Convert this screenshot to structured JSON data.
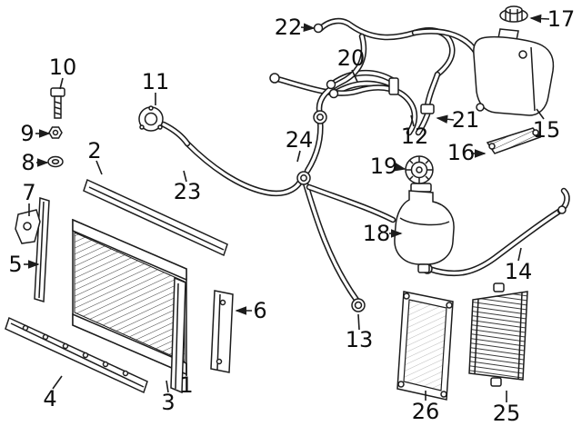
{
  "colors": {
    "line": "#1c1c1c",
    "background": "#ffffff"
  },
  "parts": [
    {
      "label": "1",
      "name": "radiator"
    },
    {
      "label": "2",
      "name": "upper-trim-panel"
    },
    {
      "label": "3",
      "name": "side-bracket"
    },
    {
      "label": "4",
      "name": "lower-crossmember"
    },
    {
      "label": "5",
      "name": "side-seal-left"
    },
    {
      "label": "6",
      "name": "side-bracket-right"
    },
    {
      "label": "7",
      "name": "mounting-bracket"
    },
    {
      "label": "8",
      "name": "grommet"
    },
    {
      "label": "9",
      "name": "nut"
    },
    {
      "label": "10",
      "name": "bolt"
    },
    {
      "label": "11",
      "name": "hose-flange"
    },
    {
      "label": "12",
      "name": "coolant-hose-harness"
    },
    {
      "label": "13",
      "name": "lower-hose"
    },
    {
      "label": "14",
      "name": "vent-hose"
    },
    {
      "label": "15",
      "name": "expansion-tank"
    },
    {
      "label": "16",
      "name": "tank-bracket"
    },
    {
      "label": "17",
      "name": "tank-cap"
    },
    {
      "label": "18",
      "name": "auxiliary-tank"
    },
    {
      "label": "19",
      "name": "auxiliary-cap"
    },
    {
      "label": "20",
      "name": "hose-pair"
    },
    {
      "label": "21",
      "name": "connector"
    },
    {
      "label": "22",
      "name": "quick-connector"
    },
    {
      "label": "23",
      "name": "radiator-hose"
    },
    {
      "label": "24",
      "name": "hose-junction"
    },
    {
      "label": "25",
      "name": "auxiliary-radiator"
    },
    {
      "label": "26",
      "name": "radiator-frame"
    }
  ]
}
